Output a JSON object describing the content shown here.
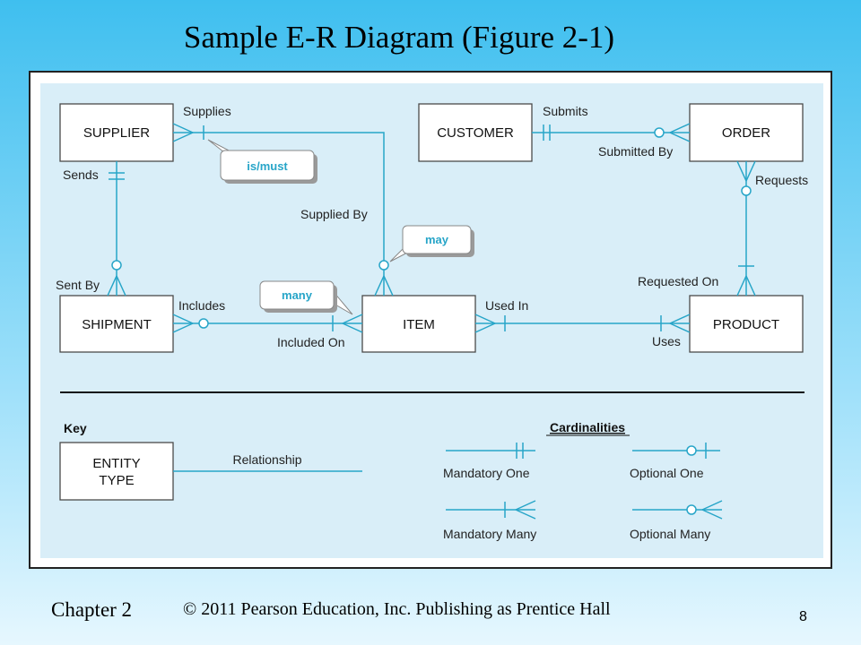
{
  "slide": {
    "title": "Sample E-R Diagram (Figure 2-1)",
    "chapter": "Chapter 2",
    "copyright": "© 2011 Pearson Education, Inc.  Publishing as Prentice Hall",
    "page_number": "8"
  },
  "colors": {
    "line": "#27a5c8",
    "panel": "#d9eef8",
    "background_top": "#3fbfef"
  },
  "entities": {
    "supplier": "SUPPLIER",
    "customer": "CUSTOMER",
    "order": "ORDER",
    "shipment": "SHIPMENT",
    "item": "ITEM",
    "product": "PRODUCT"
  },
  "relationships": {
    "supplies": "Supplies",
    "supplied_by": "Supplied By",
    "sends": "Sends",
    "sent_by": "Sent By",
    "submits": "Submits",
    "submitted_by": "Submitted By",
    "requests": "Requests",
    "requested_on": "Requested On",
    "includes": "Includes",
    "included_on": "Included On",
    "used_in": "Used In",
    "uses": "Uses"
  },
  "callouts": {
    "is_must": "is/must",
    "may": "may",
    "many": "many"
  },
  "key": {
    "title": "Key",
    "entity_line1": "ENTITY",
    "entity_line2": "TYPE",
    "relationship": "Relationship",
    "cardinalities_title": "Cardinalities",
    "mandatory_one": "Mandatory One",
    "optional_one": "Optional One",
    "mandatory_many": "Mandatory Many",
    "optional_many": "Optional Many"
  }
}
